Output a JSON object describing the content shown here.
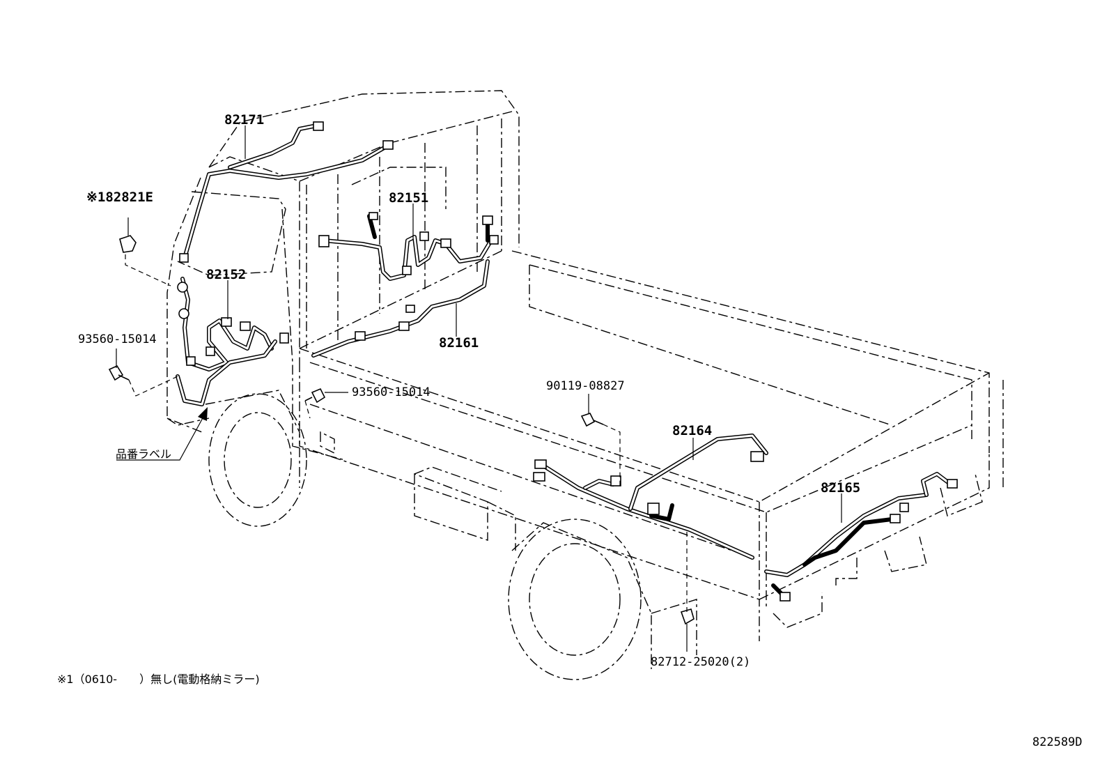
{
  "labels": {
    "p82171": "82171",
    "p82821e": "※182821E",
    "p82151": "82151",
    "p82152": "82152",
    "p93560_a": "93560-15014",
    "p82161": "82161",
    "p93560_b": "93560-15014",
    "p90119": "90119-08827",
    "p82164": "82164",
    "p82165": "82165",
    "p82712": "82712-25020(2)",
    "part_label": "品番ラベル"
  },
  "footnote": "※1（0610-　　）無し(電動格納ミラー)",
  "figure_code": "822589D"
}
